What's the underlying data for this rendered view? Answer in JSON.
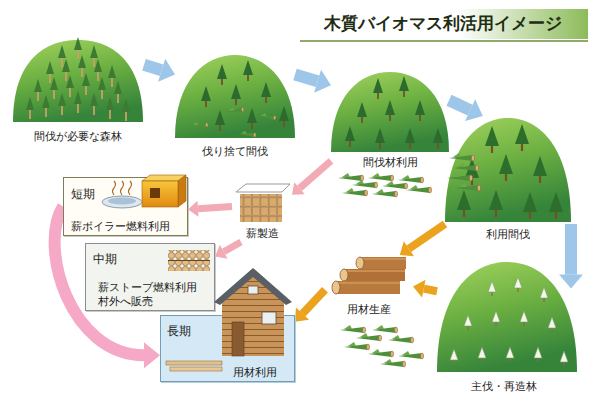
{
  "diagram": {
    "title": "木質バイオマス利活用イメージ",
    "nodes": [
      {
        "text": [
          "間伐が必要な森林"
        ]
      },
      {
        "text": [
          "伐り捨て間伐"
        ]
      },
      {
        "text": [
          "間伐材利用"
        ]
      },
      {
        "text": [
          "利用間伐"
        ]
      },
      {
        "text": [
          "主伐・再造林"
        ]
      },
      {
        "text": [
          "用材生産"
        ]
      },
      {
        "text": [
          "薪製造"
        ]
      },
      {
        "text": [
          "短期",
          "薪ボイラー燃料利用"
        ]
      },
      {
        "text": [
          "中期",
          "薪ストーブ燃料利用",
          "村外へ販売"
        ]
      },
      {
        "text": [
          "長期",
          "用材利用"
        ]
      }
    ],
    "edges": [
      {
        "from": 0,
        "to": 1,
        "arrow": "to"
      },
      {
        "from": 1,
        "to": 2,
        "arrow": "to"
      },
      {
        "from": 2,
        "to": 3,
        "arrow": "to"
      },
      {
        "from": 3,
        "to": 4,
        "arrow": "to"
      },
      {
        "from": 4,
        "to": 5,
        "arrow": "to"
      },
      {
        "from": 3,
        "to": 5,
        "arrow": "to"
      },
      {
        "from": 5,
        "to": 9,
        "arrow": "to"
      },
      {
        "from": 2,
        "to": 6,
        "arrow": "to"
      },
      {
        "from": 6,
        "to": 7,
        "arrow": "to"
      },
      {
        "from": 6,
        "to": 8,
        "arrow": "to"
      },
      {
        "from": 7,
        "to": 9,
        "arrow": "to"
      }
    ]
  }
}
